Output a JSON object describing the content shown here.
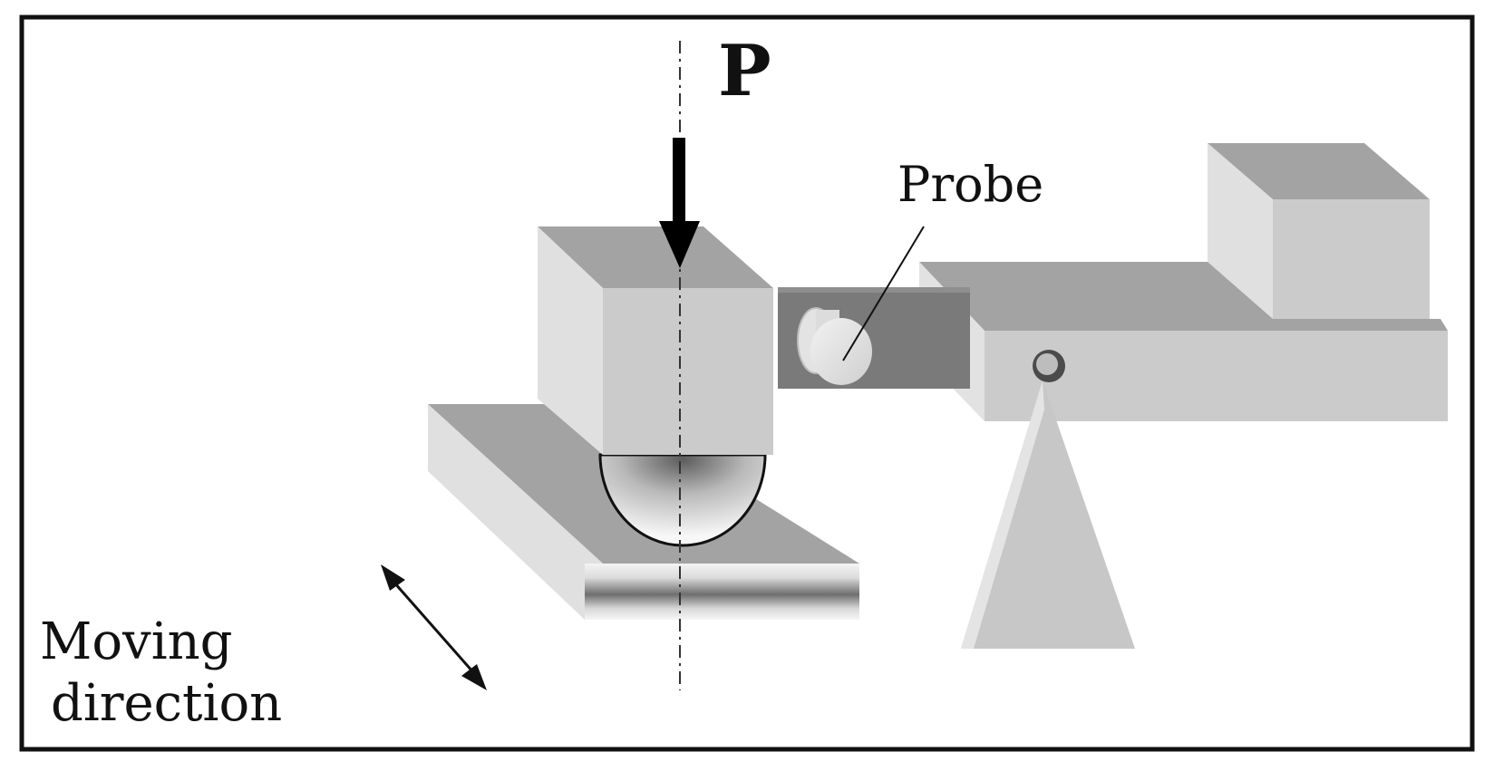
{
  "labels": {
    "load": "P",
    "probe": "Probe",
    "moving_line1": "Moving",
    "moving_line2": "direction"
  },
  "colors": {
    "frame": "#111111",
    "face_top": "#a3a3a3",
    "face_front": "#cbcbcb",
    "face_side": "#e0e0e0",
    "arm_dark": "#7a7a7a",
    "arrow": "#000000"
  }
}
